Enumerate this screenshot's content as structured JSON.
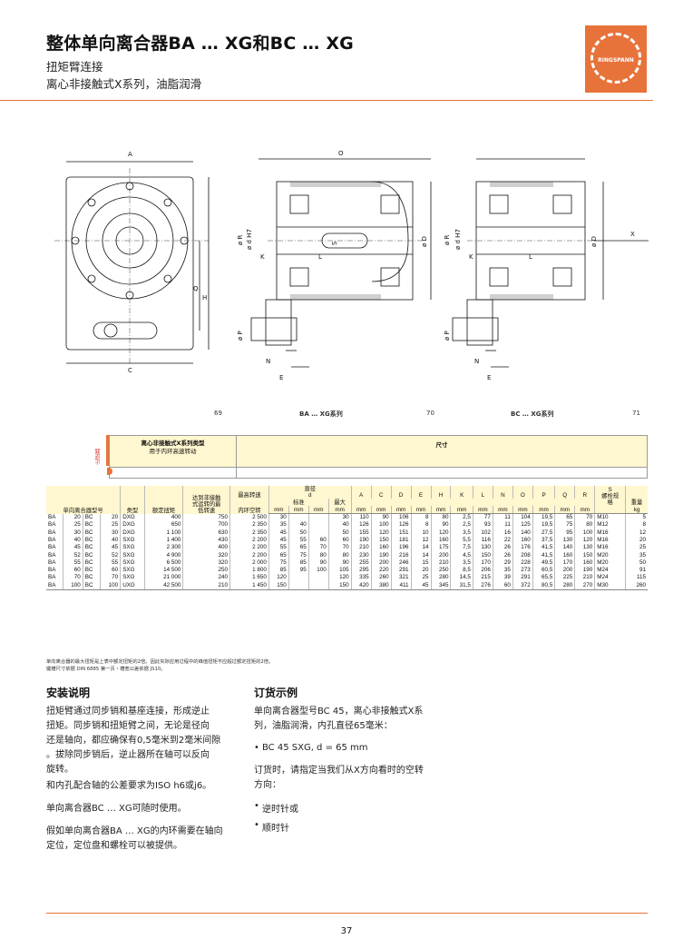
{
  "header": {
    "title": "整体单向离合器BA … XG和BC … XG",
    "subtitle1": "扭矩臂连接",
    "subtitle2": "离心非接触式X系列，油脂润滑",
    "logo_text": "RINGSPANN"
  },
  "colors": {
    "accent": "#e8733a",
    "header_fill": "#fff7cf"
  },
  "drawings": {
    "page_ref_left": "69",
    "caption_ba": "BA … XG系列",
    "page_ref_mid": "70",
    "caption_bc": "BC … XG系列",
    "page_ref_right": "71",
    "labels": {
      "A": "A",
      "C": "C",
      "Q": "Q",
      "H": "H",
      "O": "O",
      "R": "ø R",
      "d": "ø d H7",
      "D": "ø D",
      "P": "ø P",
      "K": "K",
      "L": "L",
      "S": "S",
      "N": "N",
      "E": "E",
      "X": "X"
    }
  },
  "config": {
    "side_label": "止逆器",
    "col1_line1": "离心非接触式X系列类型",
    "col1_line2": "用于内环高速转动",
    "col2": "尺寸"
  },
  "table": {
    "head": {
      "model": "单向离合器型号",
      "type": "类型",
      "torque": "额定扭矩",
      "torque_unit": "Nm",
      "lift_l1": "达到非接触",
      "lift_l2": "式运转的最",
      "lift_l3": "低转速",
      "lift_unit": "min⁻¹",
      "max_speed": "最高转速",
      "max_speed_sub": "内环空转",
      "max_speed_unit": "min⁻¹",
      "bore": "直径",
      "bore_d": "d",
      "bore_std": "标准",
      "bore_max": "最大",
      "A": "A",
      "C": "C",
      "D": "D",
      "E": "E",
      "H": "H",
      "K": "K",
      "L": "L",
      "N": "N",
      "O": "O",
      "P": "P",
      "Q": "Q",
      "R": "R",
      "S": "S",
      "S_sub1": "螺栓规",
      "S_sub2": "格",
      "weight": "重量",
      "mm": "mm",
      "kg": "kg"
    },
    "rows": [
      [
        "BA",
        "20",
        "BC",
        "20",
        "DXG",
        "400",
        "750",
        "2 500",
        "30",
        "",
        "",
        "30",
        "110",
        "90",
        "106",
        "8",
        "80",
        "2,5",
        "77",
        "11",
        "104",
        "19,5",
        "65",
        "70",
        "M10",
        "5"
      ],
      [
        "BA",
        "25",
        "BC",
        "25",
        "DXG",
        "650",
        "700",
        "2 350",
        "35",
        "40",
        "",
        "40",
        "126",
        "100",
        "126",
        "8",
        "90",
        "2,5",
        "93",
        "11",
        "125",
        "19,5",
        "75",
        "80",
        "M12",
        "8"
      ],
      [
        "BA",
        "30",
        "BC",
        "30",
        "DXG",
        "1 100",
        "630",
        "2 350",
        "45",
        "50",
        "",
        "50",
        "155",
        "120",
        "151",
        "10",
        "120",
        "3,5",
        "102",
        "16",
        "140",
        "27,5",
        "95",
        "100",
        "M16",
        "12"
      ],
      [
        "BA",
        "40",
        "BC",
        "40",
        "SXG",
        "1 400",
        "430",
        "2 200",
        "45",
        "55",
        "60",
        "60",
        "190",
        "150",
        "181",
        "12",
        "160",
        "5,5",
        "116",
        "22",
        "160",
        "37,5",
        "130",
        "120",
        "M16",
        "20"
      ],
      [
        "BA",
        "45",
        "BC",
        "45",
        "SXG",
        "2 300",
        "400",
        "2 200",
        "55",
        "65",
        "70",
        "70",
        "210",
        "160",
        "196",
        "14",
        "175",
        "7,5",
        "130",
        "26",
        "176",
        "41,5",
        "140",
        "130",
        "M16",
        "25"
      ],
      [
        "BA",
        "52",
        "BC",
        "52",
        "SXG",
        "4 900",
        "320",
        "2 200",
        "65",
        "75",
        "80",
        "80",
        "230",
        "190",
        "216",
        "14",
        "200",
        "4,5",
        "150",
        "26",
        "208",
        "41,5",
        "160",
        "150",
        "M20",
        "35"
      ],
      [
        "BA",
        "55",
        "BC",
        "55",
        "SXG",
        "6 500",
        "320",
        "2 000",
        "75",
        "85",
        "90",
        "90",
        "255",
        "200",
        "246",
        "15",
        "210",
        "3,5",
        "170",
        "29",
        "228",
        "49,5",
        "170",
        "160",
        "M20",
        "50"
      ],
      [
        "BA",
        "60",
        "BC",
        "60",
        "SXG",
        "14 500",
        "250",
        "1 800",
        "85",
        "95",
        "100",
        "105",
        "295",
        "220",
        "291",
        "20",
        "250",
        "8,5",
        "206",
        "35",
        "273",
        "60,5",
        "200",
        "190",
        "M24",
        "91"
      ],
      [
        "BA",
        "70",
        "BC",
        "70",
        "SXG",
        "21 000",
        "240",
        "1 650",
        "120",
        "",
        "",
        "120",
        "335",
        "260",
        "321",
        "25",
        "280",
        "14,5",
        "215",
        "39",
        "291",
        "65,5",
        "225",
        "210",
        "M24",
        "115"
      ],
      [
        "BA",
        "100",
        "BC",
        "100",
        "UXG",
        "42 500",
        "210",
        "1 450",
        "150",
        "",
        "",
        "150",
        "420",
        "380",
        "411",
        "45",
        "345",
        "31,5",
        "276",
        "60",
        "372",
        "80,5",
        "280",
        "270",
        "M30",
        "260"
      ]
    ],
    "footnote1": "单向离合器的最大扭矩是上表中额定扭矩的2倍。因此实际应用过程中的峰值扭矩不应超过额定扭矩的2倍。",
    "footnote2": "键槽尺寸依据 DIN 6885 第一页・槽宽公差依据 JS10。"
  },
  "install": {
    "heading": "安装说明",
    "p1_l1": "扭矩臂通过同步销和基座连接，形成逆止",
    "p1_l2": "扭矩。同步销和扭矩臂之间，无论是径向",
    "p1_l3": "还是轴向，都应确保有0,5毫米到2毫米间隙",
    "p1_l4": "。拔除同步销后，逆止器所在轴可以反向",
    "p1_l5": "旋转。",
    "p2": "和内孔配合轴的公差要求为ISO h6或j6。",
    "p3": "单向离合器BC … XG可随时使用。",
    "p4_l1": "假如单向离合器BA … XG的内环需要在轴向",
    "p4_l2": "定位，定位盘和螺栓可以被提供。"
  },
  "order": {
    "heading": "订货示例",
    "p1_l1": "单向离合器型号BC 45，离心非接触式X系",
    "p1_l2": "列，油脂润滑，内孔直径65毫米：",
    "bullet1": "BC 45 SXG, d = 65 mm",
    "p2_l1": "订货时，请指定当我们从X方向看时的空转",
    "p2_l2": "方向：",
    "bullet2": "逆时针或",
    "bullet3": "顺时针"
  },
  "page_number": "37"
}
